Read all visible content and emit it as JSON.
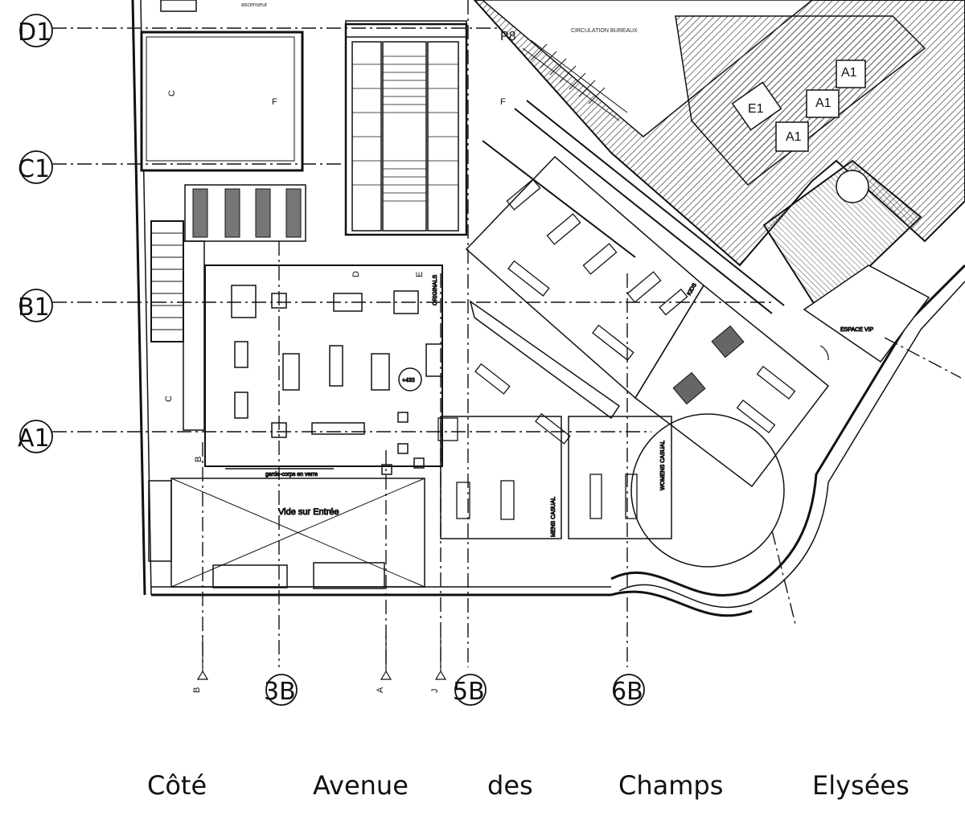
{
  "grid": {
    "rows": [
      "D1",
      "C1",
      "B1",
      "A1"
    ],
    "cols": [
      "3B",
      "5B",
      "6B"
    ],
    "col_markers": [
      "B",
      "A",
      "J"
    ],
    "top_markers": [
      "F",
      "F",
      "C",
      "D",
      "E",
      "B",
      "C",
      "B"
    ]
  },
  "rooms": {
    "p8": "P8",
    "circulation": "CIRCULATION BUREAUX",
    "e1": "E1",
    "a1": [
      "A1",
      "A1",
      "A1"
    ],
    "espace_vip": "ESPACE VIP",
    "vide": "Vide sur Entrée",
    "originals": "ORIGINALS",
    "mens_casual": "MENS CASUAL",
    "womens_casual": "WOMENS CASUAL",
    "kids": "KIDS",
    "level": "+433",
    "ascenseur": "ascenseur",
    "gc_verre": "garde-corps en verre"
  },
  "street": {
    "words": [
      "Côté",
      "Avenue",
      "des",
      "Champs",
      "Elysées"
    ]
  },
  "colors": {
    "ink": "#111111",
    "hatch": "#555555",
    "bg": "#ffffff"
  }
}
